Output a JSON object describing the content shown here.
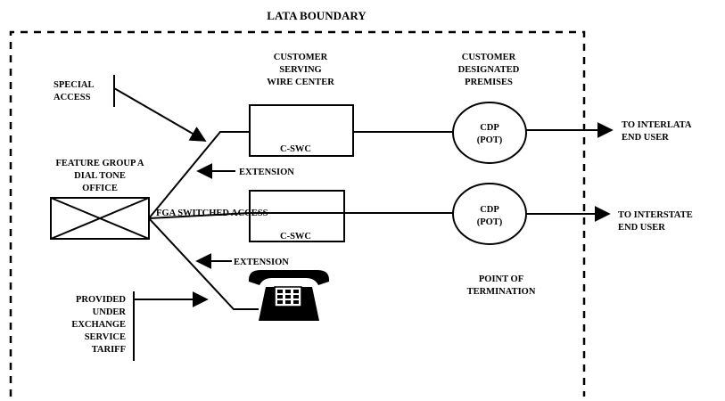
{
  "title": "LATA BOUNDARY",
  "labels": {
    "special_access": [
      "SPECIAL",
      "ACCESS"
    ],
    "fga_office": [
      "FEATURE GROUP A",
      "DIAL TONE",
      "OFFICE"
    ],
    "swc_header": [
      "CUSTOMER",
      "SERVING",
      "WIRE CENTER"
    ],
    "premises_header": [
      "CUSTOMER",
      "DESIGNATED",
      "PREMISES"
    ],
    "swc_box_top": "C-SWC",
    "swc_box_bottom": "C-SWC",
    "extension_top": "EXTENSION",
    "extension_bottom": "EXTENSION",
    "fga_switched_access": "FGA SWITCHED ACCESS",
    "cdp_top": [
      "CDP",
      "(POT)"
    ],
    "cdp_bottom": [
      "CDP",
      "(POT)"
    ],
    "interlata": [
      "TO INTERLATA",
      "END USER"
    ],
    "interstate": [
      "TO INTERSTATE",
      "END USER"
    ],
    "point_of_termination": [
      "POINT OF",
      "TERMINATION"
    ],
    "provided_under": [
      "PROVIDED",
      "UNDER",
      "EXCHANGE",
      "SERVICE",
      "TARIFF"
    ]
  },
  "icons": [
    "telephone-icon",
    "office-x-box-icon"
  ]
}
